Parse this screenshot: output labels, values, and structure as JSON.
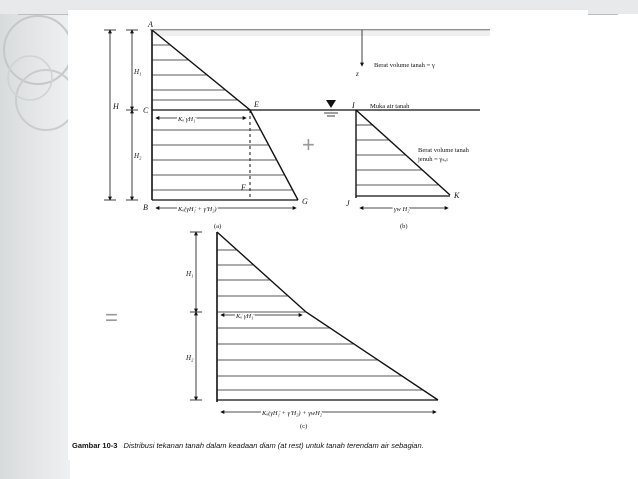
{
  "figure": {
    "point_labels": {
      "A": "A",
      "B": "B",
      "C": "C",
      "E": "E",
      "F": "F",
      "G": "G",
      "I": "I",
      "J": "J",
      "K": "K"
    },
    "dim_labels": {
      "H1": "H₁",
      "H": "H",
      "H2": "H₂",
      "H1_c": "H₁",
      "H2_c": "H₂",
      "z": "z"
    },
    "notes": {
      "unit_weight_dry": "Berat volume tanah = γ",
      "water_table": "Muka air tanah",
      "sat_line1": "Berat volume tanah",
      "sat_line2": "jenuh = γₛₐₜ"
    },
    "pressure_labels": {
      "a_mid": "Kₒ γH₁",
      "a_base": "Kₒ(γH₁ + γ'H₂)",
      "b_base": "γw H₂",
      "c_mid": "Kₒ γH₁",
      "c_base": "Kₒ(γH₁ + γ'H₂) + γwH₂"
    },
    "subfig_labels": {
      "a": "(a)",
      "b": "(b)",
      "c": "(c)"
    },
    "operators": {
      "plus": "+",
      "equals": "="
    },
    "caption": {
      "number": "Gambar 10-3",
      "text": "Distribusi tekanan tanah dalam keadaan diam (at rest) untuk tanah terendam air sebagian."
    }
  }
}
